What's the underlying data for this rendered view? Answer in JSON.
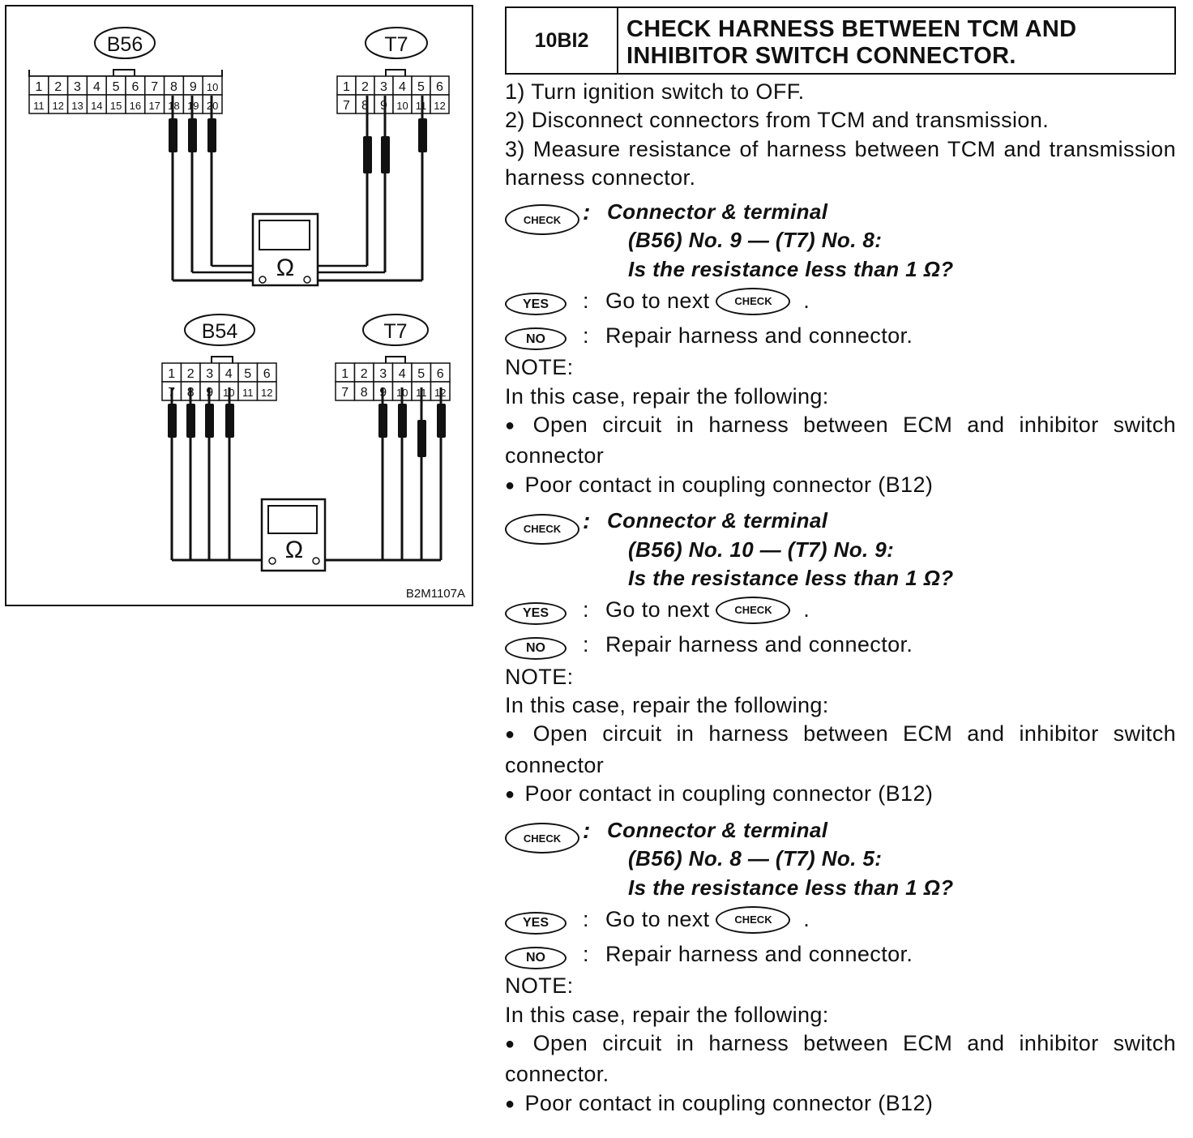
{
  "figure": {
    "connectors": {
      "b56": {
        "label": "B56",
        "row1": [
          "1",
          "2",
          "3",
          "4",
          "5",
          "6",
          "7",
          "8",
          "9",
          "10"
        ],
        "row2": [
          "11",
          "12",
          "13",
          "14",
          "15",
          "16",
          "17",
          "18",
          "19",
          "20"
        ]
      },
      "t7_top": {
        "label": "T7",
        "row1": [
          "1",
          "2",
          "3",
          "4",
          "5",
          "6"
        ],
        "row2": [
          "7",
          "8",
          "9",
          "10",
          "11",
          "12"
        ]
      },
      "b54": {
        "label": "B54",
        "row1": [
          "1",
          "2",
          "3",
          "4",
          "5",
          "6"
        ],
        "row2": [
          "7",
          "8",
          "9",
          "10",
          "11",
          "12"
        ]
      },
      "t7_bottom": {
        "label": "T7",
        "row1": [
          "1",
          "2",
          "3",
          "4",
          "5",
          "6"
        ],
        "row2": [
          "7",
          "8",
          "9",
          "10",
          "11",
          "12"
        ]
      }
    },
    "meter_symbol": "Ω",
    "figure_code": "B2M1107A"
  },
  "header": {
    "step_code": "10BI2",
    "title_line1": "CHECK HARNESS BETWEEN TCM AND",
    "title_line2": "INHIBITOR SWITCH CONNECTOR."
  },
  "steps": [
    "1) Turn ignition switch to OFF.",
    "2) Disconnect connectors from TCM and transmission.",
    "3) Measure resistance of harness between TCM and transmission harness connector."
  ],
  "badges": {
    "check": "CHECK",
    "yes": "YES",
    "no": "NO"
  },
  "checks": [
    {
      "line1": "Connector & terminal",
      "line2": "(B56) No. 9 — (T7) No. 8:",
      "line3": "Is the resistance less than 1 Ω?",
      "yes_text": "Go to next",
      "no_text": "Repair harness and connector.",
      "note_label": "NOTE:",
      "note_intro": "In this case, repair the following:",
      "note_item1": "Open circuit in harness between ECM and inhibitor switch connector",
      "note_item2": "Poor contact in coupling connector (B12)"
    },
    {
      "line1": "Connector & terminal",
      "line2": "(B56) No. 10 — (T7) No. 9:",
      "line3": "Is the resistance less than 1 Ω?",
      "yes_text": "Go to next",
      "no_text": "Repair harness and connector.",
      "note_label": "NOTE:",
      "note_intro": "In this case, repair the following:",
      "note_item1": "Open circuit in harness between ECM and inhibitor switch connector",
      "note_item2": "Poor contact in coupling connector (B12)"
    },
    {
      "line1": "Connector & terminal",
      "line2": "(B56) No. 8 — (T7) No. 5:",
      "line3": "Is the resistance less than 1 Ω?",
      "yes_text": "Go to next",
      "no_text": "Repair harness and connector.",
      "note_label": "NOTE:",
      "note_intro": "In this case, repair the following:",
      "note_item1": "Open circuit in harness between ECM and inhibitor switch connector.",
      "note_item2": "Poor contact in coupling connector (B12)"
    }
  ]
}
